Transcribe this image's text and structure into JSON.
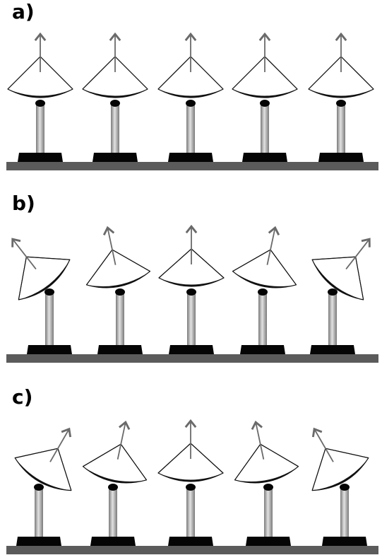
{
  "panels": [
    {
      "label": "a)",
      "tilts": [
        0,
        0,
        0,
        0,
        0
      ]
    },
    {
      "label": "b)",
      "tilts": [
        -38,
        -12,
        0,
        12,
        38
      ]
    },
    {
      "label": "c)",
      "tilts": [
        30,
        12,
        0,
        -12,
        -30
      ]
    }
  ],
  "colors": {
    "ground": "#5b5b5b",
    "base": "#050505",
    "dish_outline": "#111111",
    "arrow": "#6a6a6a",
    "pole_light": "#e2e2e2",
    "pole_dark": "#7a7a7a"
  },
  "icons": {
    "antenna": "satellite-dish-icon",
    "pointing": "arrow-up-icon"
  }
}
